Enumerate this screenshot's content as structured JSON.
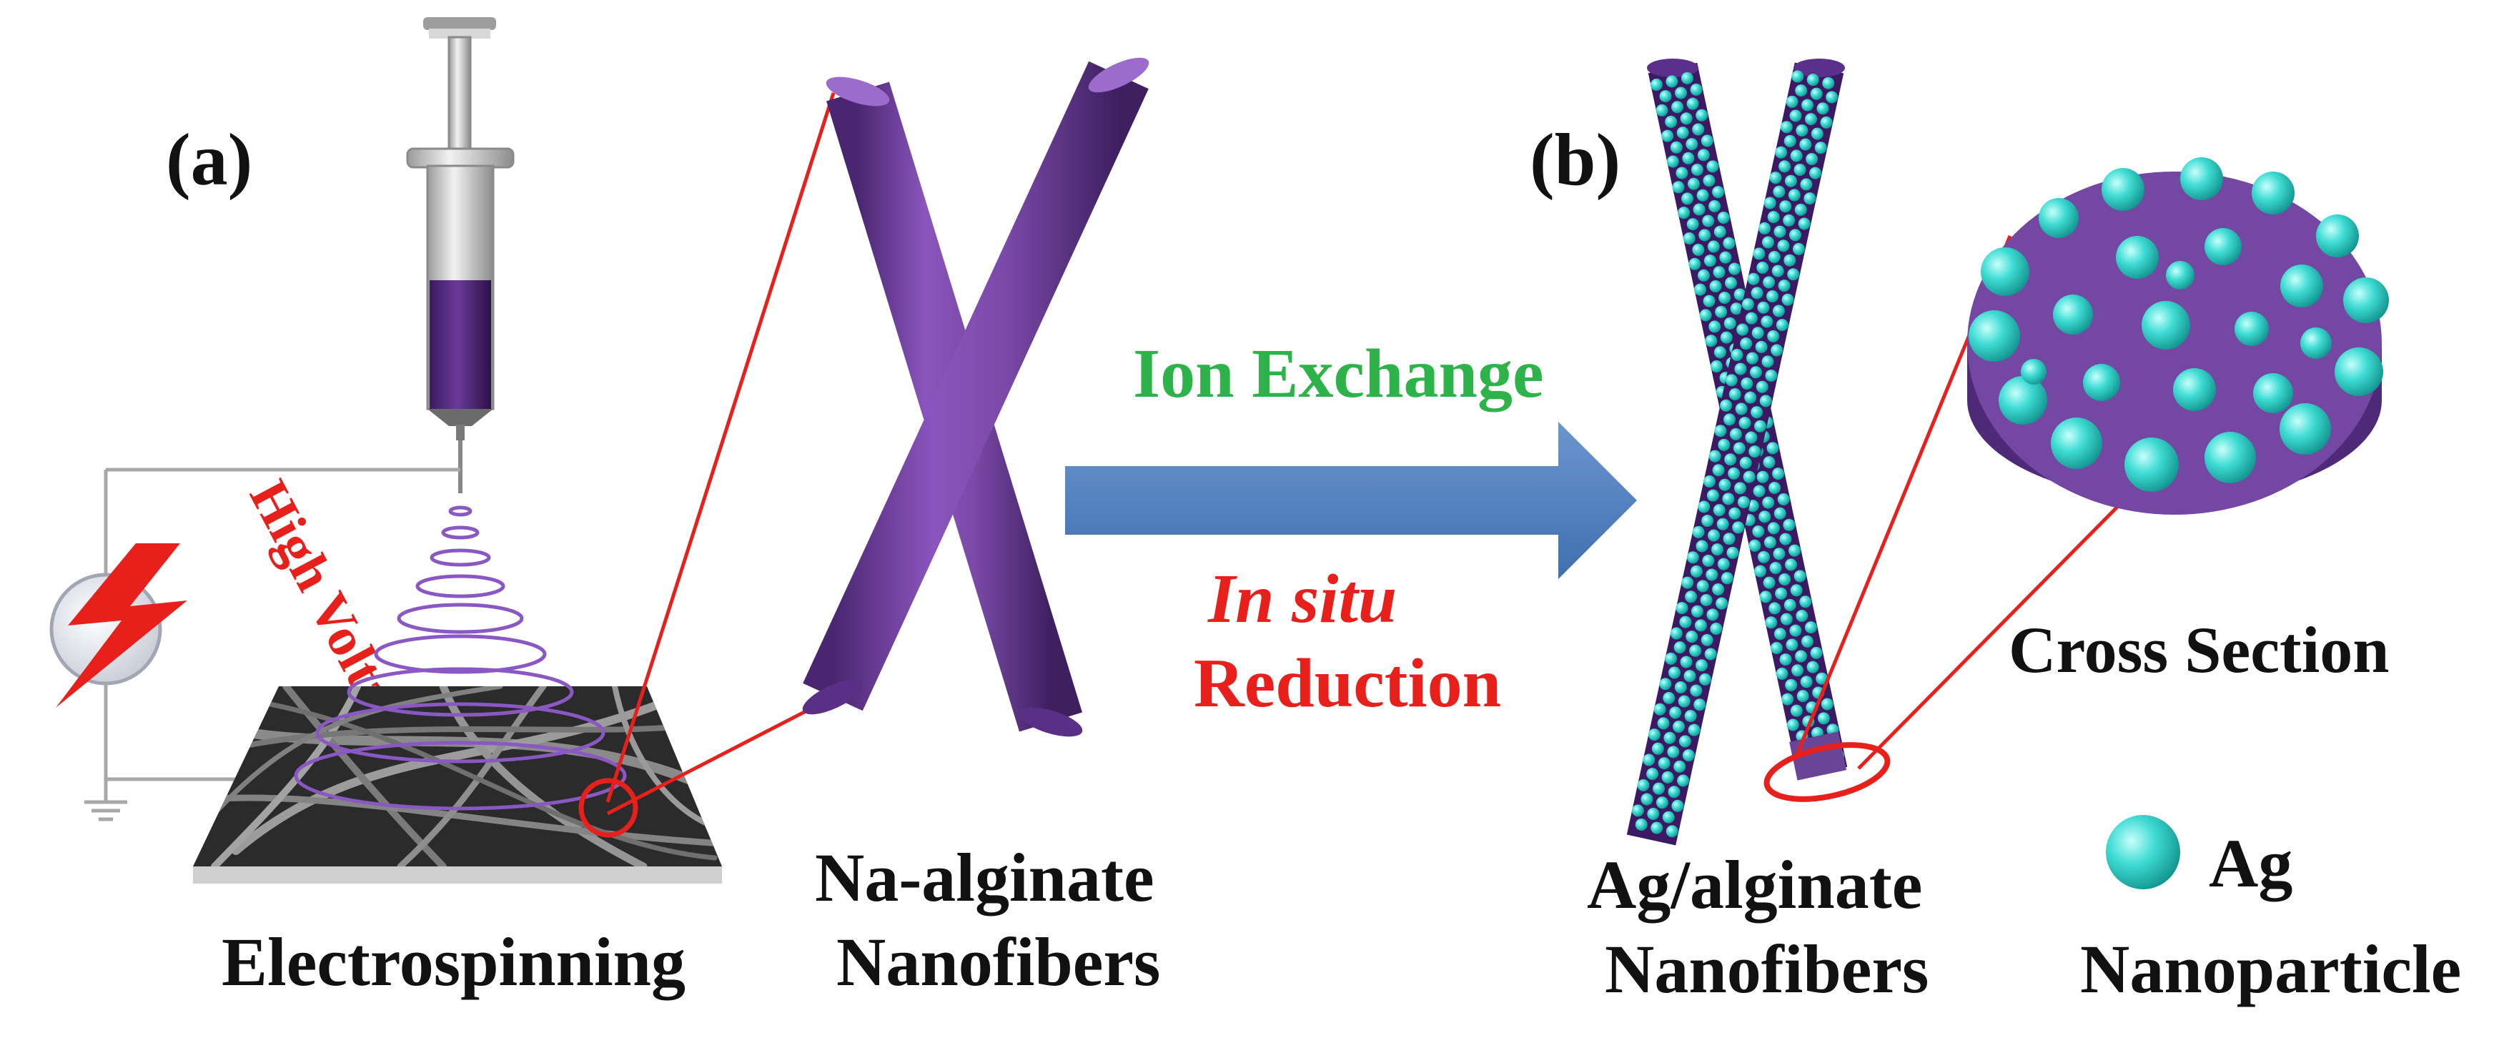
{
  "panel_a": {
    "label": "(a)"
  },
  "panel_b": {
    "label": "(b)"
  },
  "high_voltage": {
    "label": "High Voltage"
  },
  "electrospinning": {
    "label": "Electrospinning"
  },
  "na_alginate": {
    "line1": "Na-alginate",
    "line2": "Nanofibers"
  },
  "process": {
    "top_label": "Ion Exchange",
    "italic_label": "In situ",
    "bottom_label": "Reduction"
  },
  "ag_alginate": {
    "line1": "Ag/alginate",
    "line2": "Nanofibers"
  },
  "cross_section": {
    "label": "Cross Section"
  },
  "legend": {
    "line1": "Ag",
    "line2": "Nanoparticle"
  },
  "colors": {
    "fiber_purple": "#7b4aa8",
    "fiber_dark": "#4a2670",
    "silver_cyan": "#3fdcd4",
    "arrow_blue": "#4f81bd",
    "ion_green": "#2db34a",
    "red": "#e8201c",
    "text_black": "#111111"
  }
}
